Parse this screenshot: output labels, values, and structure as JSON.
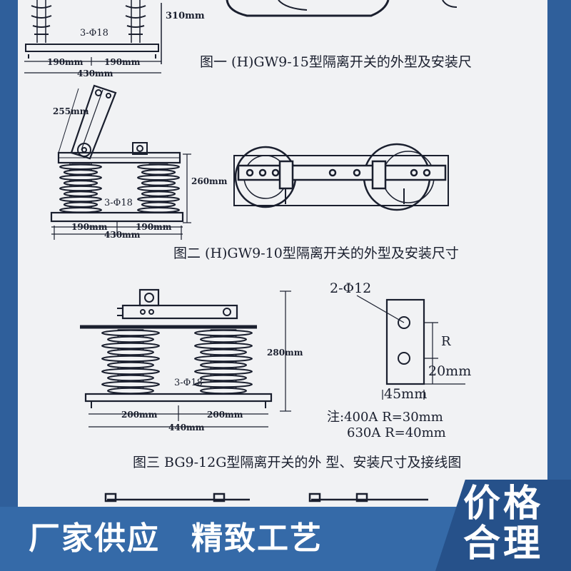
{
  "figure1": {
    "caption": "图一 (H)GW9-15型隔离开关的外型及安装尺",
    "dims": {
      "height": "310mm",
      "holes": "3-Φ18",
      "left_span": "190mm",
      "right_span": "190mm",
      "total": "430mm"
    }
  },
  "figure2": {
    "caption": "图二 (H)GW9-10型隔离开关的外型及安装尺寸",
    "dims": {
      "blade": "255mm",
      "height": "260mm",
      "holes": "3-Φ18",
      "left_span": "190mm",
      "right_span": "190mm",
      "total": "430mm"
    }
  },
  "figure3": {
    "caption": "图三 BG9-12G型隔离开关的外 型、安装尺寸及接线图",
    "dims": {
      "height": "280mm",
      "holes": "3-Φ18",
      "left_span": "200mm",
      "right_span": "200mm",
      "total": "440mm"
    }
  },
  "terminal": {
    "holes": "2-Φ12",
    "r_label": "R",
    "depth": "20mm",
    "width": "45mm",
    "note_line1": "注:400A  R=30mm",
    "note_line2": "630A  R=40mm"
  },
  "banner": {
    "left_phrase_1": "厂家供应",
    "left_phrase_2": "精致工艺",
    "badge_line_1": "价格",
    "badge_line_2": "合理"
  },
  "colors": {
    "paper": "#f1f2f4",
    "ink": "#1a1f2e",
    "banner": "#356aa8",
    "badge": "#26518a",
    "frame": "#2f5f9b"
  }
}
